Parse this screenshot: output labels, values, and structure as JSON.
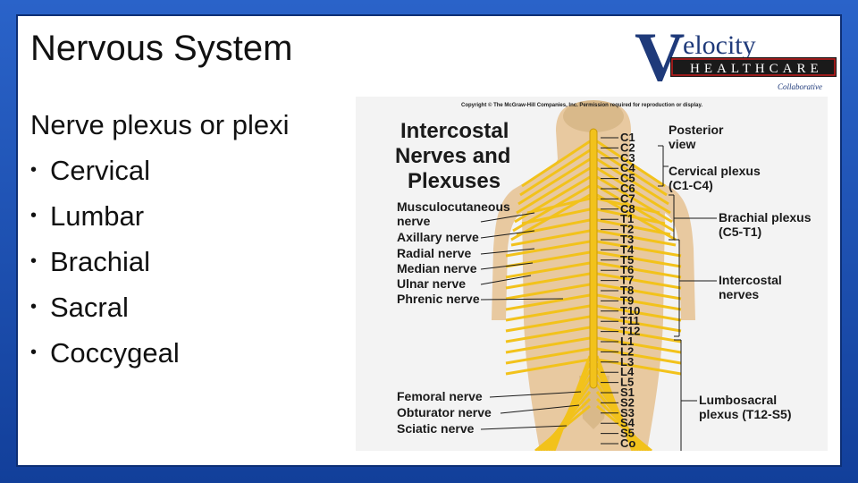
{
  "slide": {
    "title": "Nervous System",
    "body_heading": "Nerve plexus or plexi",
    "bullets": [
      "Cervical",
      "Lumbar",
      "Brachial",
      "Sacral",
      "Coccygeal"
    ],
    "bullet_glyph": "•"
  },
  "logo": {
    "big_letter": "V",
    "word_top": "elocity",
    "word_mid": "HEALTHCARE",
    "word_bottom": "Collaborative",
    "colors": {
      "navy": "#1f3a7a",
      "band": "#1a1a1a",
      "accent": "#c51b1b"
    }
  },
  "figure": {
    "copyright": "Copyright © The McGraw-Hill Companies, Inc. Permission required for reproduction or display.",
    "title_lines": [
      "Intercostal",
      "Nerves and",
      "Plexuses"
    ],
    "view": [
      "Posterior",
      "view"
    ],
    "left_labels": [
      "Musculocutaneous",
      "nerve",
      "Axillary nerve",
      "Radial nerve",
      "Median nerve",
      "Ulnar nerve",
      "Phrenic nerve",
      "Femoral nerve",
      "Obturator nerve",
      "Sciatic nerve"
    ],
    "right_labels": {
      "cervical": [
        "Cervical plexus",
        "(C1-C4)"
      ],
      "brachial": [
        "Brachial plexus",
        "(C5-T1)"
      ],
      "intercostal": [
        "Intercostal",
        "nerves"
      ],
      "lumbosacral": [
        "Lumbosacral",
        "plexus (T12-S5)"
      ]
    },
    "segments": [
      "C1",
      "C2",
      "C3",
      "C4",
      "C5",
      "C6",
      "C7",
      "C8",
      "T1",
      "T2",
      "T3",
      "T4",
      "T5",
      "T6",
      "T7",
      "T8",
      "T9",
      "T10",
      "T11",
      "T12",
      "L1",
      "L2",
      "L3",
      "L4",
      "L5",
      "S1",
      "S2",
      "S3",
      "S4",
      "S5",
      "Co"
    ],
    "colors": {
      "nerve": "#f2c21b",
      "nerve_dark": "#c9990c",
      "skin": "#e8c9a0",
      "bone": "#d9b98a"
    }
  }
}
